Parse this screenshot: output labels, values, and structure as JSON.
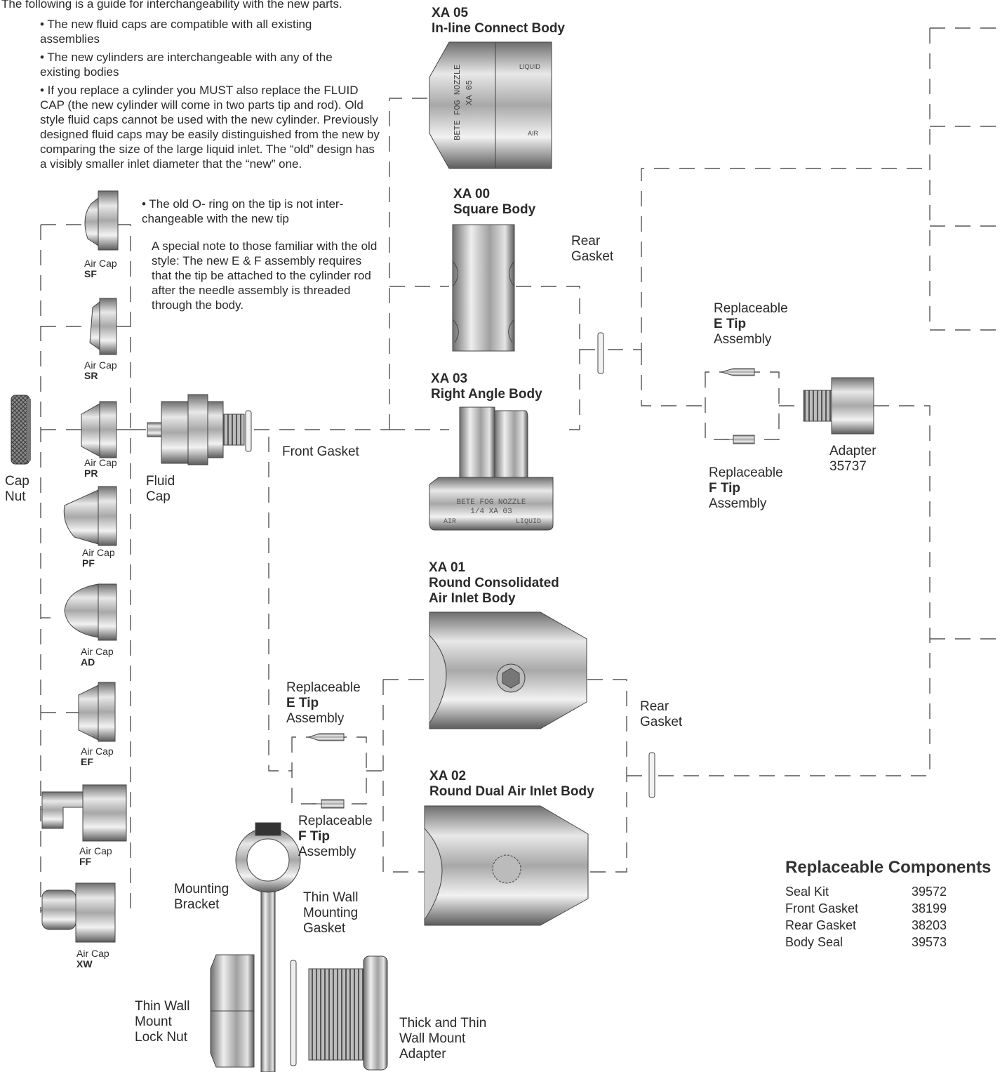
{
  "intro": {
    "lead": "The following is a guide for interchangeability with the new parts.",
    "bullets": [
      "• The new fluid caps are compatible with all existing assemblies",
      "• The new cylinders are interchangeable with any of the existing bodies",
      "• If you replace a cylinder you MUST also replace the FLUID CAP (the new cylinder will come in two parts tip and rod). Old style fluid caps cannot be used with the new cylinder.  Previously designed fluid caps may be easily distinguished from the new by comparing the size of the large liquid inlet.  The “old” design has a visibly smaller inlet diameter that the “new” one.",
      "• The old O- ring on the tip is not inter-changeable with the new tip"
    ],
    "note": "A special note to those familiar with the old style: The new E & F assembly requires that the tip be attached to the cylinder rod after the needle assembly is threaded through the body."
  },
  "air_caps": [
    {
      "prefix": "Air Cap",
      "code": "SF"
    },
    {
      "prefix": "Air Cap",
      "code": "SR"
    },
    {
      "prefix": "Air Cap",
      "code": "PR"
    },
    {
      "prefix": "Air Cap",
      "code": "PF"
    },
    {
      "prefix": "Air Cap",
      "code": "AD"
    },
    {
      "prefix": "Air Cap",
      "code": "EF"
    },
    {
      "prefix": "Air Cap",
      "code": "FF"
    },
    {
      "prefix": "Air Cap",
      "code": "XW"
    }
  ],
  "labels": {
    "cap_nut": [
      "Cap",
      "Nut"
    ],
    "fluid_cap": [
      "Fluid",
      "Cap"
    ],
    "front_gasket": "Front Gasket",
    "rear_gasket_top": [
      "Rear",
      "Gasket"
    ],
    "rear_gasket_bottom": [
      "Rear",
      "Gasket"
    ],
    "e_tip_right": [
      "Replaceable",
      "E Tip",
      "Assembly"
    ],
    "f_tip_right": [
      "Replaceable",
      "F Tip",
      "Assembly"
    ],
    "e_tip_left": [
      "Replaceable",
      "E Tip",
      "Assembly"
    ],
    "f_tip_left": [
      "Replaceable",
      "F Tip",
      "Assembly"
    ],
    "adapter": [
      "Adapter",
      "35737"
    ],
    "mounting_bracket": [
      "Mounting",
      "Bracket"
    ],
    "thin_wall_gasket": [
      "Thin Wall",
      "Mounting",
      "Gasket"
    ],
    "lock_nut": [
      "Thin Wall",
      "Mount",
      "Lock Nut"
    ],
    "mount_adapter": [
      "Thick and Thin",
      "Wall Mount",
      "Adapter"
    ]
  },
  "bodies": {
    "xa05": {
      "code": "XA 05",
      "name": "In-line Connect Body",
      "stamp": [
        "BETE FOG NOZZLE",
        "XA 05",
        "LIQUID",
        "AIR"
      ]
    },
    "xa00": {
      "code": "XA 00",
      "name": "Square Body"
    },
    "xa03": {
      "code": "XA 03",
      "name": "Right Angle Body",
      "stamp": [
        "BETE FOG NOZZLE",
        "1/4 XA 03",
        "AIR",
        "LIQUID"
      ]
    },
    "xa01": {
      "code": "XA 01",
      "name": "Round Consolidated",
      "name2": "Air Inlet Body"
    },
    "xa02": {
      "code": "XA 02",
      "name": "Round Dual Air Inlet Body"
    }
  },
  "components": {
    "title": "Replaceable Components",
    "rows": [
      {
        "name": "Seal Kit",
        "part": "39572"
      },
      {
        "name": "Front Gasket",
        "part": "38199"
      },
      {
        "name": "Rear Gasket",
        "part": "38203"
      },
      {
        "name": "Body Seal",
        "part": "39573"
      }
    ]
  }
}
